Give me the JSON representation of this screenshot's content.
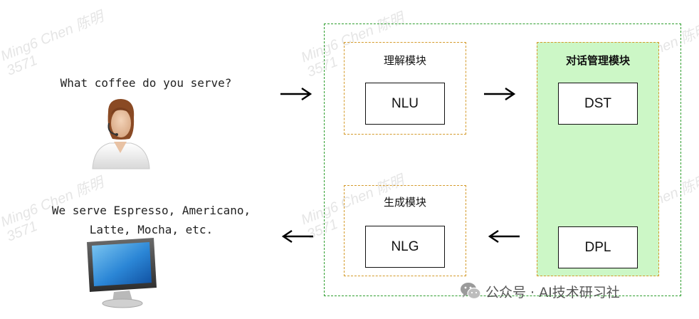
{
  "user_utterance": "What coffee do you serve?",
  "system_response_line1": "We serve Espresso, Americano,",
  "system_response_line2": "Latte, Mocha, etc.",
  "nlu_module": {
    "title": "理解模块",
    "box_label": "NLU"
  },
  "dm_module": {
    "title": "对话管理模块",
    "dst_label": "DST",
    "dpl_label": "DPL"
  },
  "nlg_module": {
    "title": "生成模块",
    "box_label": "NLG"
  },
  "watermark": {
    "line1": "Ming6 Chen 陈明",
    "line2": "3571"
  },
  "logo": {
    "text": "公众号 · AI技术研习社",
    "icon": "wechat-icon"
  },
  "colors": {
    "outer_border": "#2e9e2e",
    "module_border": "#d49a2a",
    "dm_fill": "#ccf7c6"
  }
}
